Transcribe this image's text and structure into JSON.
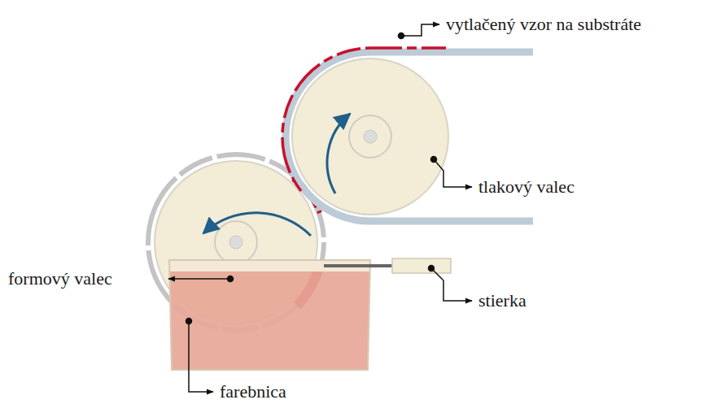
{
  "diagram": {
    "labels": [
      "vytlačený vzor na substráte",
      "tlakový valec",
      "formový valec",
      "stierka",
      "farebnica"
    ]
  }
}
